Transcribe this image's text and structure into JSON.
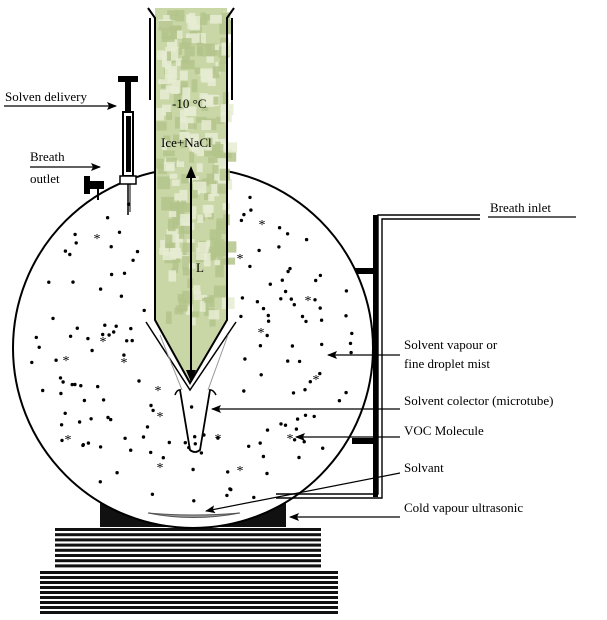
{
  "labels": {
    "solvent_delivery": "Solven delivery",
    "breath_outlet_line1": "Breath",
    "breath_outlet_line2": "outlet",
    "temperature": "-10 °C",
    "coolant": "Ice+NaCl",
    "length": "L",
    "breath_inlet": "Breath inlet",
    "solvent_vapour_line1": "Solvent vapour or",
    "solvent_vapour_line2": "fine droplet mist",
    "solvent_collector": "Solvent colector (microtube)",
    "voc_molecule": "VOC Molecule",
    "solvant": "Solvant",
    "ultrasonic": "Cold vapour ultrasonic"
  },
  "colors": {
    "ice": "#c9d6a6",
    "line": "#000000",
    "solvent_pool": "#9a9a9a"
  }
}
